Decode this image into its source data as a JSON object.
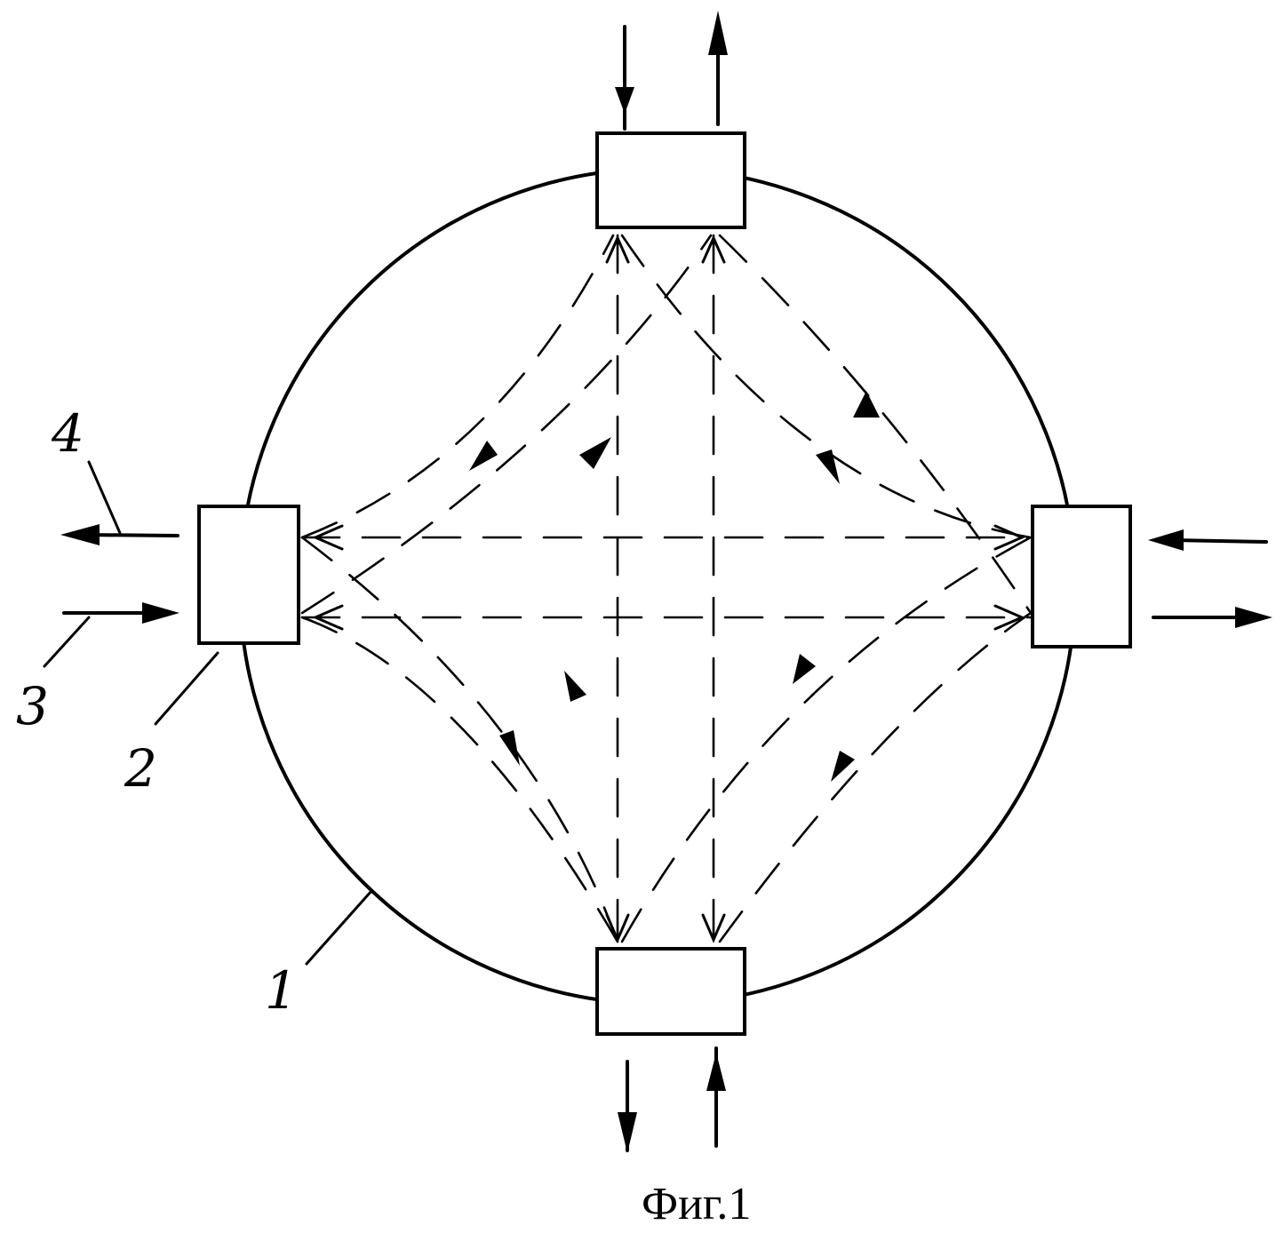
{
  "figure": {
    "caption": "Фиг.1",
    "labels": {
      "ring": "1",
      "node": "2",
      "input": "3",
      "output": "4"
    }
  }
}
